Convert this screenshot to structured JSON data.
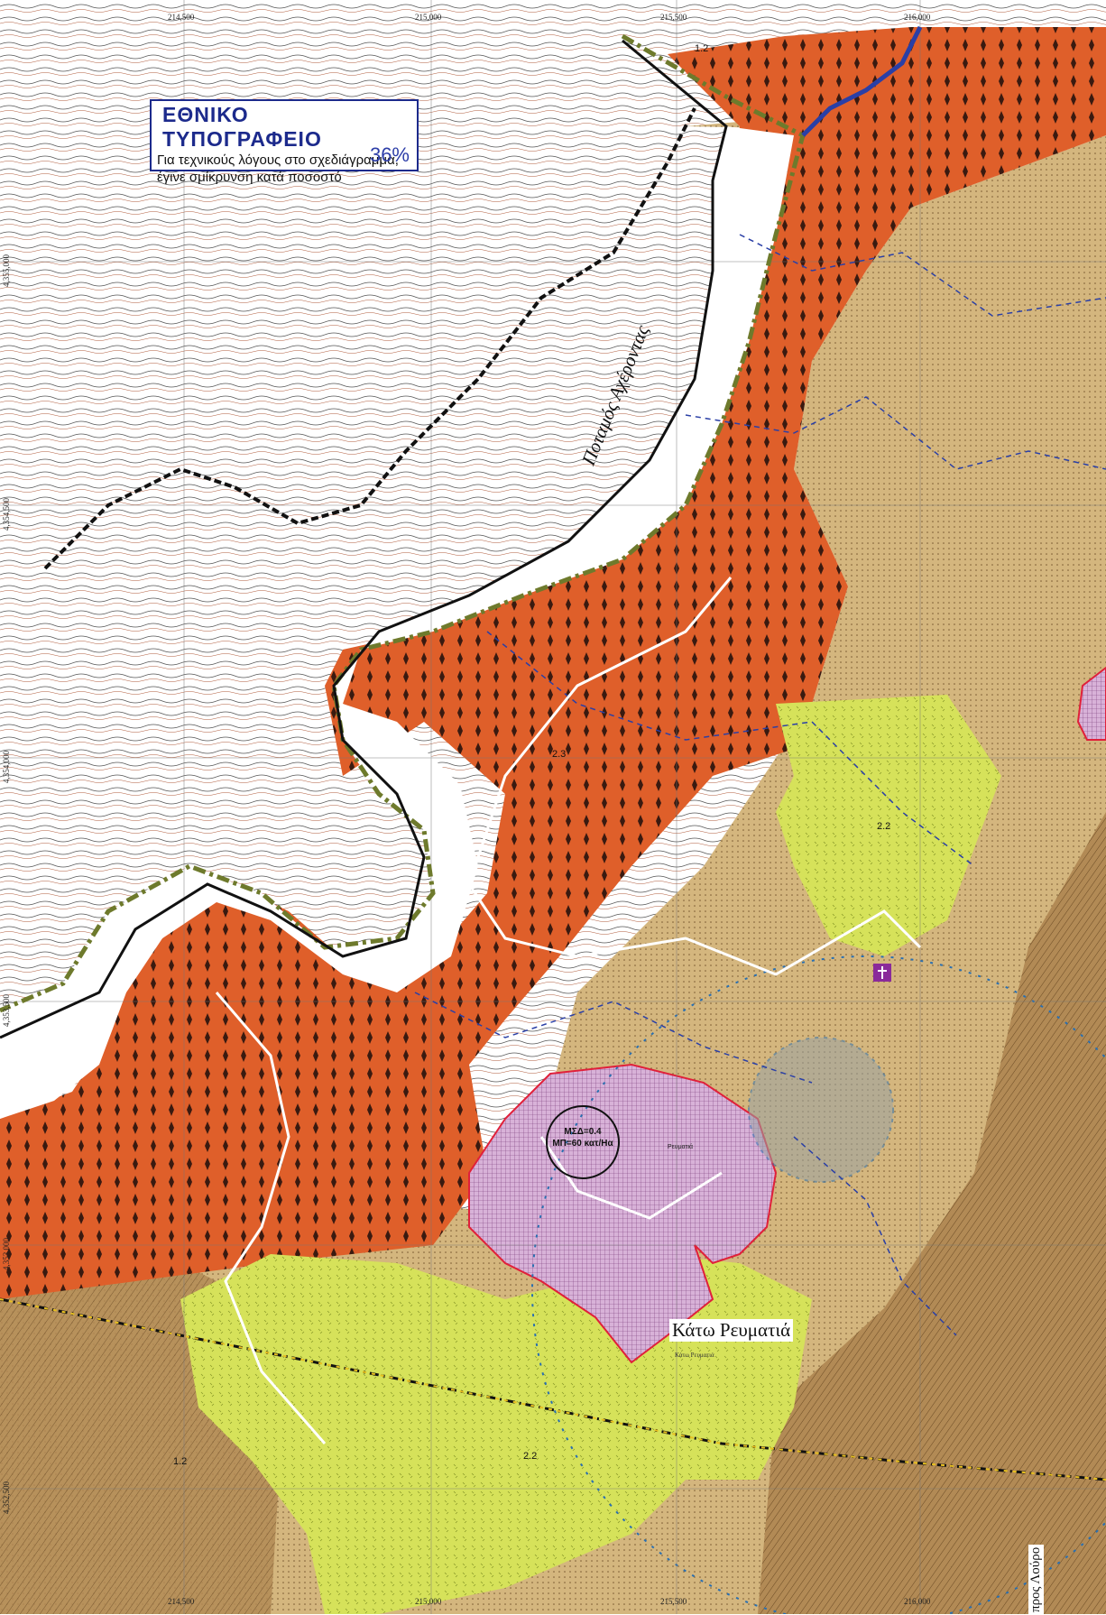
{
  "notice": {
    "title": "ΕΘΝΙΚΟ ΤΥΠΟΓΡΑΦΕΙΟ",
    "line1": "Για τεχνικούς λόγους στο σχεδιάγραμμα,",
    "line2": "έγινε σμίκρυνση κατά ποσοστό",
    "percent": "36%"
  },
  "grid": {
    "top_x": [
      "214,500",
      "215,000",
      "215,500",
      "216,000"
    ],
    "bottom_x": [
      "214,500",
      "215,000",
      "215,500",
      "216,000"
    ],
    "left_y": [
      "4,355,000",
      "4,354,500",
      "4,354,000",
      "4,353,500",
      "4,353,000",
      "4,352,500"
    ]
  },
  "labels": {
    "river": "Ποταμός Αχέροντας",
    "village": "Κάτω Ρευματιά",
    "village_small": "Κάτω Ρευματιά",
    "settlement_rule_1": "ΜΣΔ=0.4",
    "settlement_rule_2": "ΜΠ=60 κατ/Ηα",
    "settlement_inner": "Ρευματιά",
    "road": "προς Λούρο",
    "zone_23": "2.3",
    "zone_22_upper": "2.2",
    "zone_22_lower": "2.2",
    "zone_12_top": "1.2",
    "zone_12_bottom": "1.2"
  },
  "colors": {
    "protected_orange": "#df5f2a",
    "tan_zone": "#d4b67e",
    "brown_zone": "#b28a55",
    "yellow_green": "#d6e25a",
    "settlement": "#d8b2d8",
    "river_blue": "#2a3fa6",
    "boundary_dash": "#6e7a2c",
    "grid": "#777777"
  }
}
